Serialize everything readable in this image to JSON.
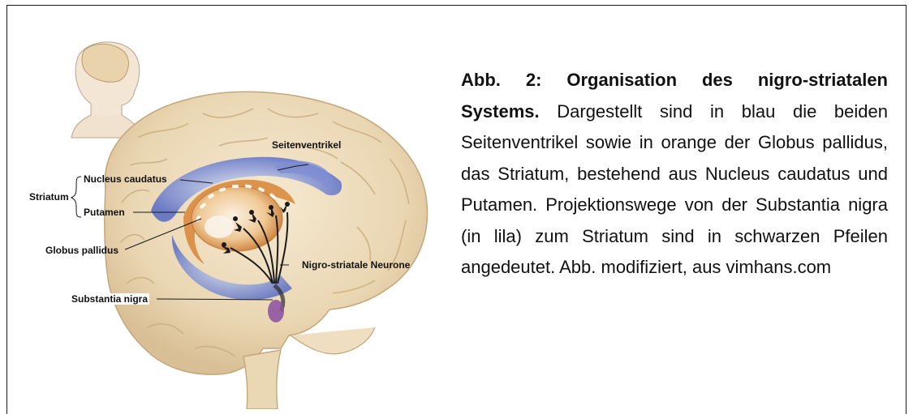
{
  "figure": {
    "labels": {
      "seitenventrikel": "Seitenventrikel",
      "nucleus_caudatus": "Nucleus caudatus",
      "striatum": "Striatum",
      "putamen": "Putamen",
      "globus_pallidus": "Globus pallidus",
      "nigro_striatale": "Nigro-striatale Neurone",
      "substantia_nigra": "Substantia nigra"
    },
    "colors": {
      "brain": "#ead9b8",
      "ventricles": "#5b6fc4",
      "striatum": "#e2a35a",
      "substantia_nigra": "#8a4fa0",
      "neurons": "#1a1a1a"
    }
  },
  "caption": {
    "title": "Abb. 2: Organisation des nigro-striatalen Systems.",
    "body": " Dargestellt sind  in blau die beiden Seitenventrikel sowie in orange der Globus pallidus,  das Striatum, bestehend aus Nucleus caudatus und Putamen. Projektionswege von der Substantia nigra (in lila) zum Striatum sind in schwarzen Pfeilen angedeutet. Abb. modifiziert, aus vimhans.com"
  }
}
